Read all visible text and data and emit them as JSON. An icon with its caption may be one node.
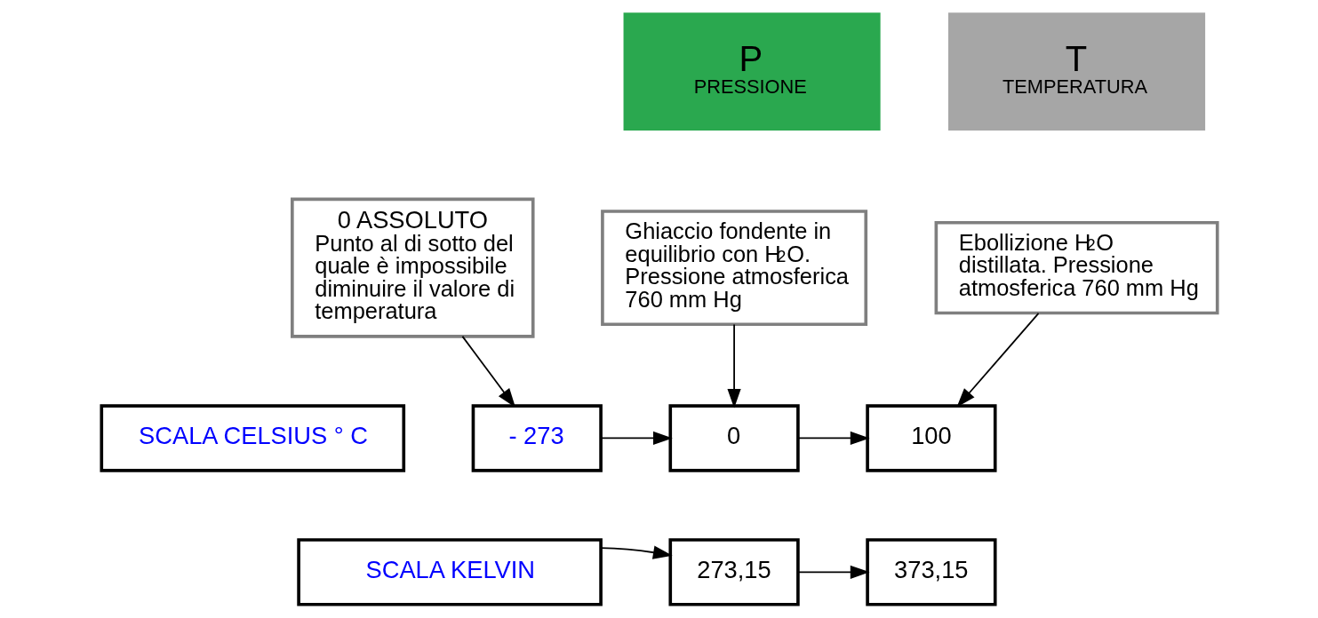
{
  "diagram": {
    "nodes": [
      {
        "text": [
          "P",
          "PRESSIONE"
        ]
      },
      {
        "text": [
          "T",
          "TEMPERATURA"
        ]
      },
      {
        "text": [
          "0 ASSOLUTO",
          "Punto al di sotto del quale è impossibile diminuire il valore di temperatura"
        ]
      },
      {
        "text": [
          "Ghiaccio fondente in equilibrio con H$_{2}$O. Pressione atmosferica 760 mm Hg"
        ]
      },
      {
        "text": [
          "Ebollizione H$_{2}$O distillata. Pressione atmosferica 760 mm Hg"
        ]
      },
      {
        "text": [
          "SCALA CELSIUS ° C"
        ]
      },
      {
        "text": [
          "- 273"
        ]
      },
      {
        "text": [
          "0"
        ]
      },
      {
        "text": [
          "100"
        ]
      },
      {
        "text": [
          "SCALA KELVIN"
        ]
      },
      {
        "text": [
          "273,15"
        ]
      },
      {
        "text": [
          "373,15"
        ]
      }
    ],
    "edges": [
      {
        "from": 2,
        "to": 6,
        "arrow": "to"
      },
      {
        "from": 3,
        "to": 7,
        "arrow": "to"
      },
      {
        "from": 4,
        "to": 8,
        "arrow": "to"
      },
      {
        "from": 6,
        "to": 7,
        "arrow": "to"
      },
      {
        "from": 7,
        "to": 8,
        "arrow": "to"
      },
      {
        "from": 9,
        "to": 10,
        "arrow": "to"
      },
      {
        "from": 10,
        "to": 11,
        "arrow": "to"
      }
    ]
  }
}
